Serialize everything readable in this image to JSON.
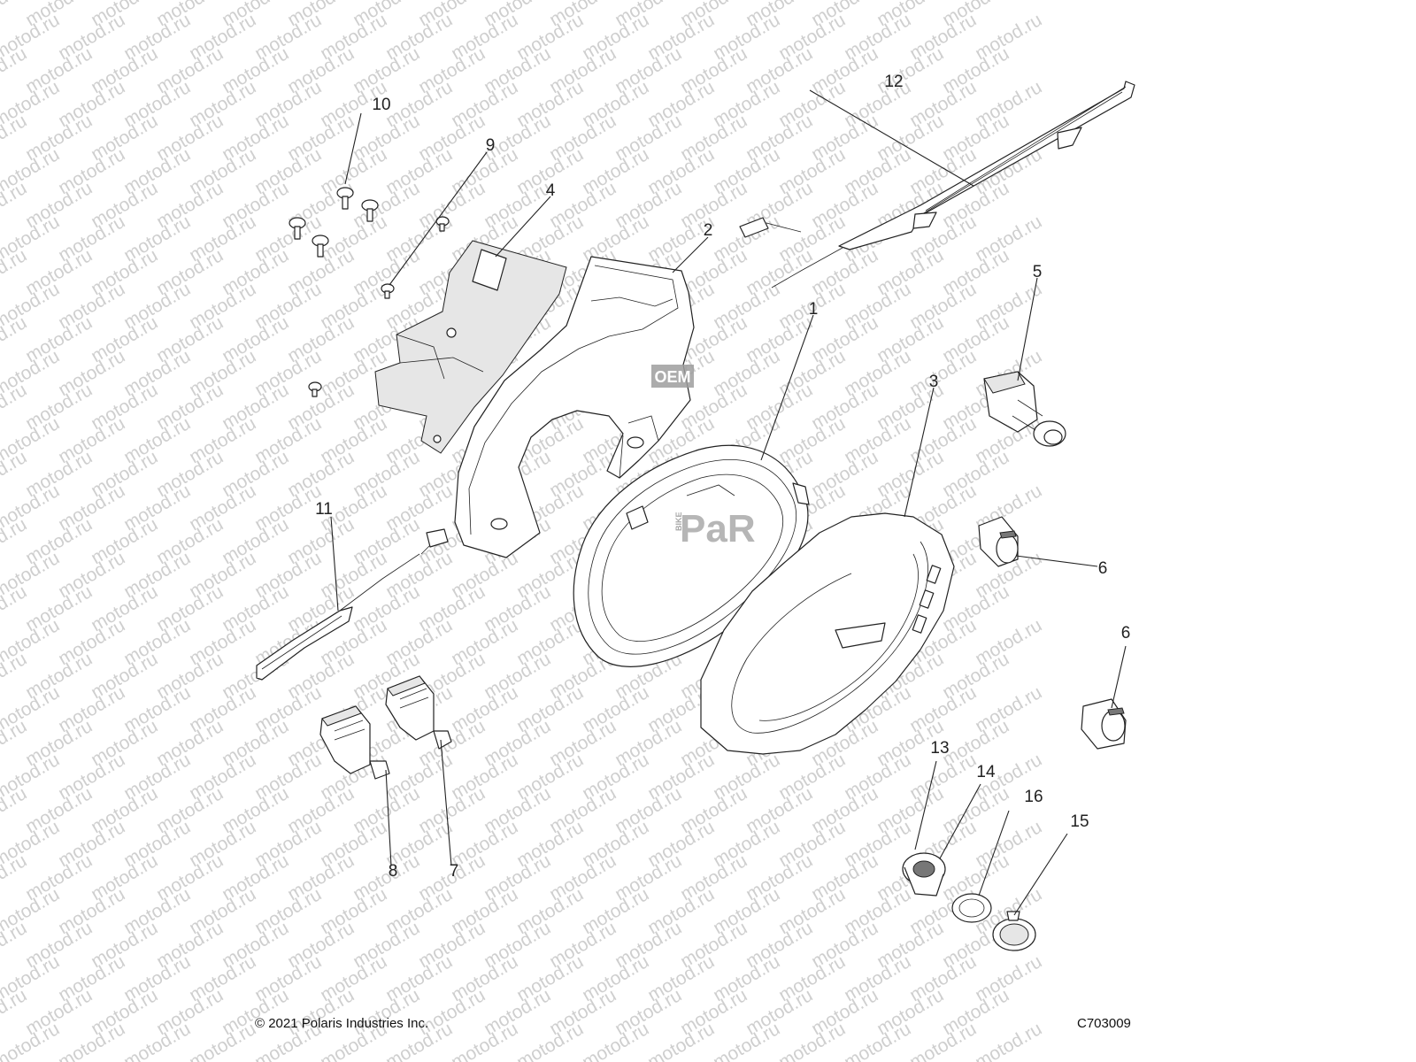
{
  "watermark": {
    "text": "motod.ru"
  },
  "callouts": [
    {
      "number": "1"
    },
    {
      "number": "2"
    },
    {
      "number": "3"
    },
    {
      "number": "4"
    },
    {
      "number": "5"
    },
    {
      "number": "6"
    },
    {
      "number": "6"
    },
    {
      "number": "7"
    },
    {
      "number": "8"
    },
    {
      "number": "9"
    },
    {
      "number": "10"
    },
    {
      "number": "11"
    },
    {
      "number": "12"
    },
    {
      "number": "13"
    },
    {
      "number": "14"
    },
    {
      "number": "15"
    },
    {
      "number": "16"
    }
  ],
  "stamps": {
    "oem": "OEM",
    "parts": "PaR",
    "bike": "BIKE"
  },
  "footer": {
    "copyright": "© 2021 Polaris Industries Inc.",
    "diagram_code": "C703009"
  }
}
